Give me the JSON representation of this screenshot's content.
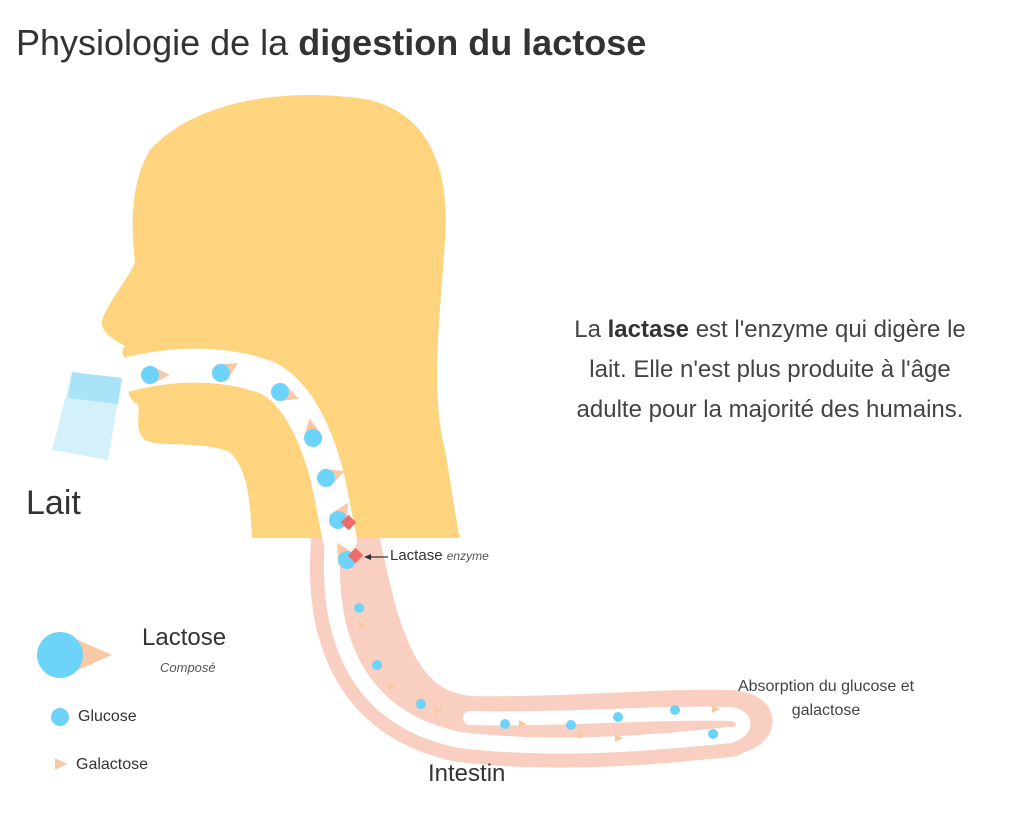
{
  "title": {
    "regular": "Physiologie de la",
    "bold": "digestion du lactose"
  },
  "description": {
    "before": "La",
    "bold": "lactase",
    "after": "est l'enzyme qui digère le lait. Elle n'est plus produite à l'âge adulte pour la majorité des humains."
  },
  "labels": {
    "lait": "Lait",
    "lactase": "Lactase",
    "enzyme": "enzyme",
    "absorption": "Absorption du glucose et galactose",
    "intestin": "Intestin"
  },
  "legend": {
    "lactose": "Lactose",
    "lactose_sub": "Composé",
    "glucose": "Glucose",
    "galactose": "Galactose"
  },
  "colors": {
    "head": "#ffd47f",
    "glucose": "#6dd3f9",
    "galactose": "#f8c9a4",
    "lactase": "#f26b6b",
    "intestine": "#f9cfc2",
    "glass": "#a9e3f7"
  },
  "icons": [
    "head-silhouette",
    "glass-icon",
    "lactose-icon",
    "glucose-icon",
    "galactose-icon",
    "lactase-enzyme-icon"
  ]
}
